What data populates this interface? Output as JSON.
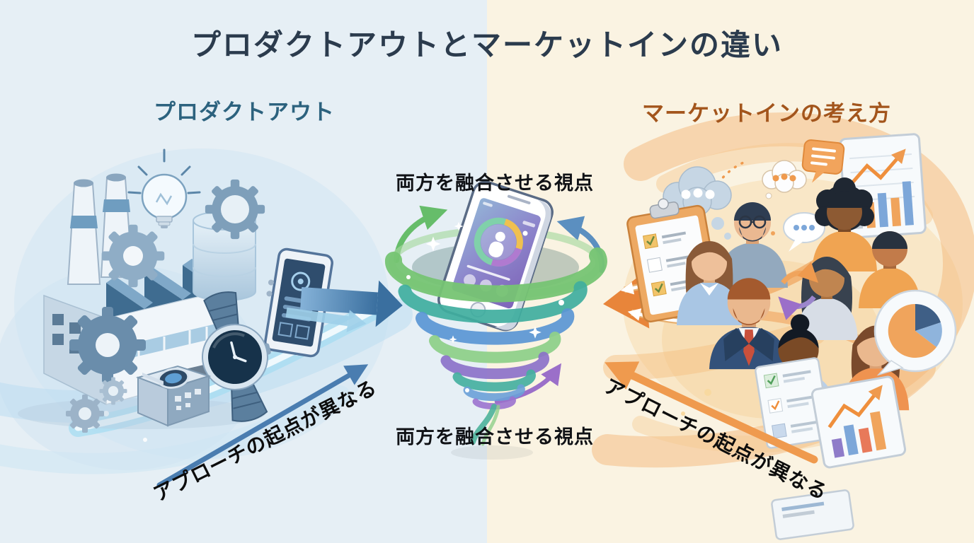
{
  "title": "プロダクトアウトとマーケットインの違い",
  "left": {
    "header": "プロダクトアウト",
    "diagonal_label": "アプローチの起点が異なる",
    "icons": [
      "factory-icon",
      "chimney-icon",
      "lightbulb-icon",
      "gear-icon",
      "database-cylinder-icon",
      "smartphone-icon",
      "smartwatch-icon",
      "camera-device-icon",
      "flow-arrow-right-icon",
      "diagonal-arrow-icon"
    ]
  },
  "right": {
    "header": "マーケットインの考え方",
    "diagonal_label": "アプローチの起点が異なる",
    "icons": [
      "thought-bubble-icon",
      "speech-bubble-icon",
      "clipboard-checklist-icon",
      "people-group-icon",
      "bar-chart-icon",
      "trend-arrow-icon",
      "pie-chart-icon",
      "checklist-panel-icon",
      "flow-arrow-left-icon",
      "diagonal-arrow-icon",
      "cycle-arrows-icon"
    ]
  },
  "center": {
    "label_top": "両方を融合させる視点",
    "label_bottom": "両方を融合させる視点",
    "icons": [
      "tornado-icon",
      "smartphone-icon",
      "swirl-arrow-icon",
      "sparkle-icon"
    ]
  },
  "colors": {
    "left_background": "#e6eff5",
    "right_background": "#faf3e2",
    "title_text": "#2b3b4d",
    "left_header_text": "#2c627e",
    "right_header_text": "#a3551c",
    "center_label_text": "#101216",
    "diagonal_label_text": "#0d0d0d",
    "product_out_arrow": "#4a7db0",
    "market_in_arrow": "#ef9a4e",
    "tornado_green": "#7ec878",
    "tornado_teal": "#4db39b",
    "tornado_blue": "#5a96d4",
    "tornado_purple": "#8a6fc9"
  }
}
